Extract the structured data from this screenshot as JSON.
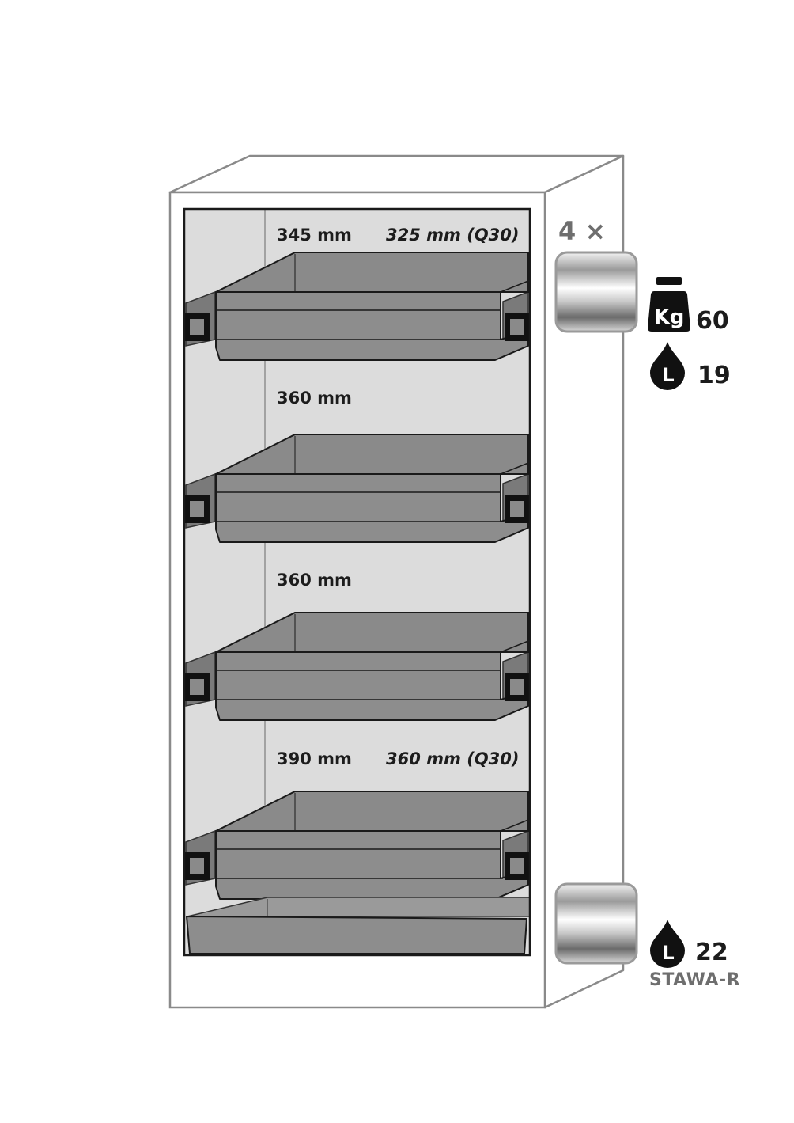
{
  "shelf_spacings": [
    {
      "height": "345 mm",
      "q30": "325 mm (Q30)"
    },
    {
      "height": "360 mm",
      "q30": ""
    },
    {
      "height": "360 mm",
      "q30": ""
    },
    {
      "height": "390 mm",
      "q30": "360 mm (Q30)"
    }
  ],
  "trays": {
    "count": 4,
    "quantity_label": "4 ×"
  },
  "specs": {
    "load_kg_icon": "Kg",
    "load_per_tray": "60",
    "liter_icon": "L",
    "tray_volume": "19",
    "sump_volume": "22",
    "sump_type": "STAWA-R"
  },
  "colors": {
    "cabinet_outline": "#8a8a8a",
    "interior_background": "#dcdcdc",
    "tray_fill": "#8d8d8d",
    "icon_fill": "#111111",
    "hinge_chrome": "#bdbdbd"
  },
  "icons": [
    "weight-icon",
    "liquid-drop-icon",
    "hinge-icon",
    "drawer-runner-icon"
  ]
}
